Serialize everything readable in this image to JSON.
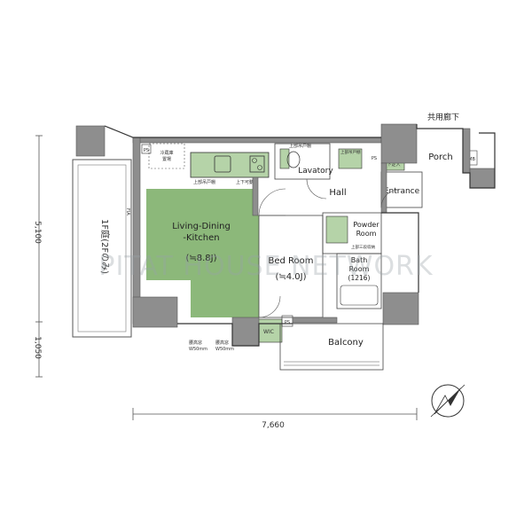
{
  "plan": {
    "watermark": "PITAT HOUSE NETWORK",
    "accent_living": "#8cb87a",
    "accent_fixture": "#b5d3a8",
    "wall_color": "#8e8e8e",
    "rooms": {
      "living_line1": "Living-Dining",
      "living_line2": "-Kitchen",
      "living_area": "(≒8.8J)",
      "bedroom": "Bed Room",
      "bedroom_area": "(≒4.0J)",
      "lavatory": "Lavatory",
      "hall": "Hall",
      "powder_line1": "Powder",
      "powder_line2": "Room",
      "bath_line1": "Bath",
      "bath_line2": "Room",
      "bath_size": "(1216)",
      "balcony": "Balcony",
      "porch": "Porch",
      "entrance": "Entrance",
      "common_corridor": "共用廊下"
    },
    "small_labels": {
      "ps_left": "PS",
      "ps_right": "PS",
      "ps_bottom": "PS",
      "mb": "MB",
      "fia": "FIA",
      "kitchen_upper": "上部吊戸棚",
      "kitchen_lower": "上下可動棚",
      "lav_upper": "上部吊戸棚",
      "storage": "上部吊戸棚",
      "shoe": "下足入",
      "washer": "上部三段収納",
      "fridge_label": "冷蔵庫\n置場",
      "window1_line1": "腰高窓",
      "window1_line2": "W50mm",
      "window2_line1": "腰高窓",
      "window2_line2": "W50mm",
      "walkin": "WIC",
      "floor_note_1f": "1F庭(2Fのみ)"
    },
    "dimensions": {
      "total_width": "7,660",
      "main_depth": "5,100",
      "balcony_depth": "1,050"
    }
  }
}
